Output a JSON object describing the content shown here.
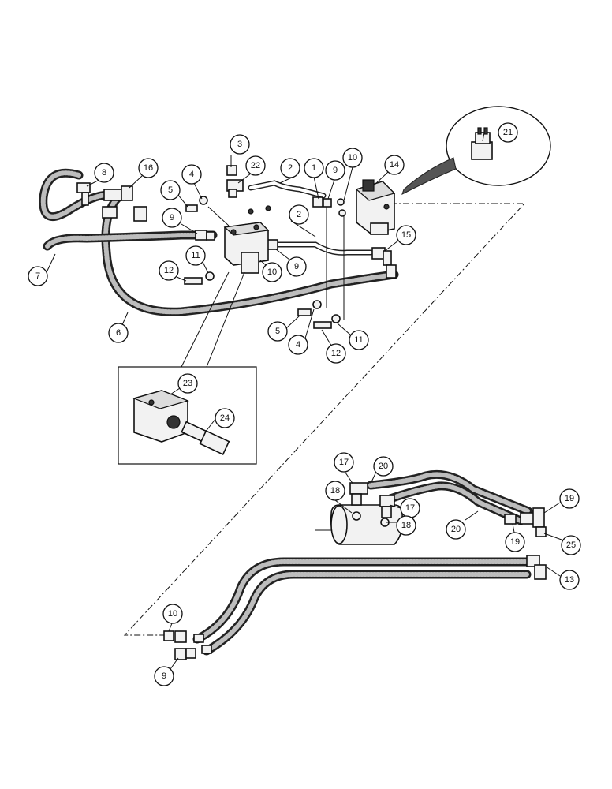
{
  "callouts": [
    {
      "id": "c21",
      "label": "21"
    },
    {
      "id": "c3",
      "label": "3"
    },
    {
      "id": "c8",
      "label": "8"
    },
    {
      "id": "c16",
      "label": "16"
    },
    {
      "id": "c4a",
      "label": "4"
    },
    {
      "id": "c22",
      "label": "22"
    },
    {
      "id": "c2a",
      "label": "2"
    },
    {
      "id": "c1",
      "label": "1"
    },
    {
      "id": "c9a",
      "label": "9"
    },
    {
      "id": "c10a",
      "label": "10"
    },
    {
      "id": "c14",
      "label": "14"
    },
    {
      "id": "c5a",
      "label": "5"
    },
    {
      "id": "c9b",
      "label": "9"
    },
    {
      "id": "c2b",
      "label": "2"
    },
    {
      "id": "c15",
      "label": "15"
    },
    {
      "id": "c11a",
      "label": "11"
    },
    {
      "id": "c7",
      "label": "7"
    },
    {
      "id": "c12a",
      "label": "12"
    },
    {
      "id": "c10b",
      "label": "10"
    },
    {
      "id": "c9c",
      "label": "9"
    },
    {
      "id": "c6",
      "label": "6"
    },
    {
      "id": "c5b",
      "label": "5"
    },
    {
      "id": "c4b",
      "label": "4"
    },
    {
      "id": "c12b",
      "label": "12"
    },
    {
      "id": "c11b",
      "label": "11"
    },
    {
      "id": "c23",
      "label": "23"
    },
    {
      "id": "c24",
      "label": "24"
    },
    {
      "id": "c17a",
      "label": "17"
    },
    {
      "id": "c20a",
      "label": "20"
    },
    {
      "id": "c18a",
      "label": "18"
    },
    {
      "id": "c17b",
      "label": "17"
    },
    {
      "id": "c18b",
      "label": "18"
    },
    {
      "id": "c20b",
      "label": "20"
    },
    {
      "id": "c19a",
      "label": "19"
    },
    {
      "id": "c19b",
      "label": "19"
    },
    {
      "id": "c25",
      "label": "25"
    },
    {
      "id": "c13",
      "label": "13"
    },
    {
      "id": "c10c",
      "label": "10"
    },
    {
      "id": "c9d",
      "label": "9"
    }
  ]
}
